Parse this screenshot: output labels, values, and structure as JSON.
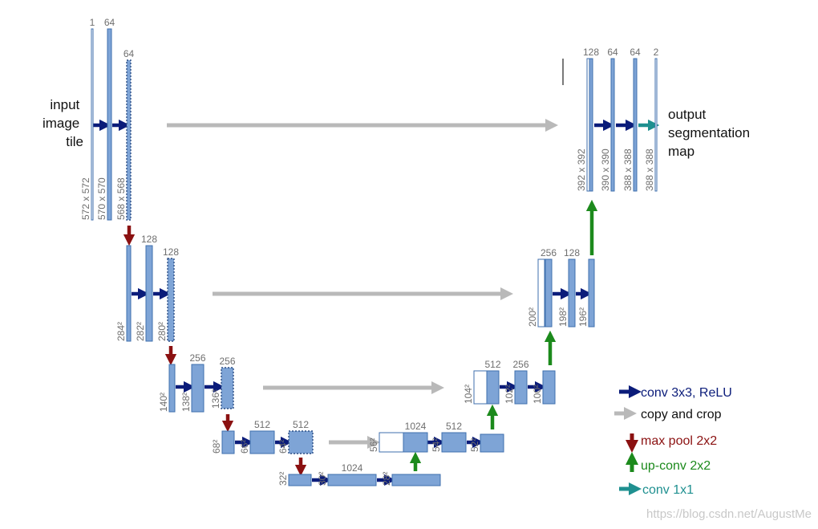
{
  "colors": {
    "block": "#7ea4d6",
    "block_edge": "#3f6fae",
    "conv": "#0b1c7a",
    "copy": "#b9b9b9",
    "pool": "#8b1111",
    "upconv": "#1c8a1c",
    "conv1x1": "#1f9090",
    "label": "#6e6e6e",
    "text": "#111111"
  },
  "input_label": [
    "input",
    "image",
    "tile"
  ],
  "output_label": [
    "output",
    "segmentation",
    "map"
  ],
  "watermark": "https://blog.csdn.net/AugustMe",
  "legend": [
    {
      "type": "conv",
      "label": "conv 3x3, ReLU",
      "color": "#0b1c7a"
    },
    {
      "type": "copy",
      "label": "copy and crop",
      "color": "#111111"
    },
    {
      "type": "pool",
      "label": "max pool 2x2",
      "color": "#8b1111"
    },
    {
      "type": "upconv",
      "label": "up-conv 2x2",
      "color": "#1c8a1c"
    },
    {
      "type": "conv1x1",
      "label": "conv 1x1",
      "color": "#1f9090"
    }
  ],
  "blocks": [
    {
      "id": "l1a",
      "channels": "1",
      "size": "572 x 572",
      "style": "thin"
    },
    {
      "id": "l1b",
      "channels": "64",
      "size": "570 x 570",
      "style": "filled"
    },
    {
      "id": "l1c",
      "channels": "64",
      "size": "568 x 568",
      "style": "dashed"
    },
    {
      "id": "l2a",
      "channels": "",
      "size": "284²",
      "style": "filled"
    },
    {
      "id": "l2b",
      "channels": "128",
      "size": "282²",
      "style": "filled"
    },
    {
      "id": "l2c",
      "channels": "128",
      "size": "280²",
      "style": "dashed"
    },
    {
      "id": "l3a",
      "channels": "",
      "size": "140²",
      "style": "filled"
    },
    {
      "id": "l3b",
      "channels": "256",
      "size": "138²",
      "style": "filled"
    },
    {
      "id": "l3c",
      "channels": "256",
      "size": "136²",
      "style": "dashed"
    },
    {
      "id": "l4a",
      "channels": "",
      "size": "68²",
      "style": "filled"
    },
    {
      "id": "l4b",
      "channels": "512",
      "size": "66²",
      "style": "filled"
    },
    {
      "id": "l4c",
      "channels": "512",
      "size": "64²",
      "style": "dashed"
    },
    {
      "id": "b1",
      "channels": "",
      "size": "32²",
      "style": "filled"
    },
    {
      "id": "b2",
      "channels": "1024",
      "size": "30²",
      "style": "filled"
    },
    {
      "id": "b3",
      "channels": "",
      "size": "28²",
      "style": "filled"
    },
    {
      "id": "u4w",
      "channels": "",
      "size": "56²",
      "style": "white"
    },
    {
      "id": "u4b",
      "channels": "1024",
      "size": "",
      "style": "filled"
    },
    {
      "id": "u4c",
      "channels": "512",
      "size": "54²",
      "style": "filled"
    },
    {
      "id": "u4d",
      "channels": "",
      "size": "52²",
      "style": "filled"
    },
    {
      "id": "u3w",
      "channels": "",
      "size": "104²",
      "style": "white"
    },
    {
      "id": "u3b",
      "channels": "512",
      "size": "",
      "style": "filled"
    },
    {
      "id": "u3c",
      "channels": "256",
      "size": "102²",
      "style": "filled"
    },
    {
      "id": "u3d",
      "channels": "",
      "size": "100²",
      "style": "filled"
    },
    {
      "id": "u2w",
      "channels": "",
      "size": "200²",
      "style": "white"
    },
    {
      "id": "u2b",
      "channels": "256",
      "size": "",
      "style": "filled"
    },
    {
      "id": "u2c",
      "channels": "128",
      "size": "198²",
      "style": "filled"
    },
    {
      "id": "u2d",
      "channels": "",
      "size": "196²",
      "style": "filled"
    },
    {
      "id": "u1w",
      "channels": "",
      "size": "392 x 392",
      "style": "white"
    },
    {
      "id": "u1b",
      "channels": "128",
      "size": "",
      "style": "filled"
    },
    {
      "id": "u1c",
      "channels": "64",
      "size": "390 x 390",
      "style": "filled"
    },
    {
      "id": "u1d",
      "channels": "64",
      "size": "388 x 388",
      "style": "filled"
    },
    {
      "id": "u1e",
      "channels": "2",
      "size": "388 x 388",
      "style": "thin"
    }
  ]
}
